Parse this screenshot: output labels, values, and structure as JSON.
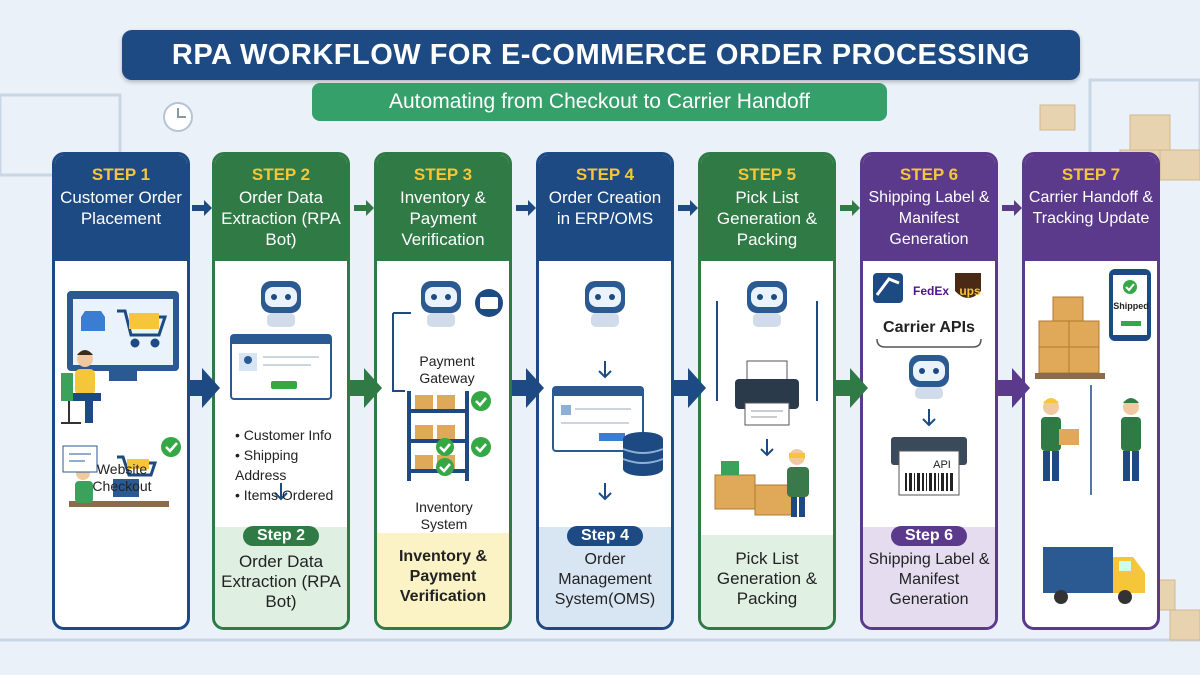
{
  "header": {
    "title": "RPA WORKFLOW FOR E-COMMERCE ORDER PROCESSING",
    "subtitle": "Automating from Checkout to Carrier Handoff"
  },
  "steps": [
    {
      "step": "STEP 1",
      "title": "Customer Order Placement",
      "head_color": "#1d4a82",
      "foot_color": "#ffffff",
      "labels": [
        "Website Checkout"
      ]
    },
    {
      "step": "STEP 2",
      "title": "Order Data Extraction (RPA Bot)",
      "head_color": "#2f7a45",
      "foot_color": "#dff0e2",
      "bullets": [
        "Customer Info",
        "Shipping Address",
        "Items Ordered"
      ],
      "foot_pill": "Step 2",
      "foot_title": "Order Data Extraction (RPA Bot)"
    },
    {
      "step": "STEP 3",
      "title": "Inventory & Payment Verification",
      "head_color": "#2f7a45",
      "foot_color": "#fbf2c6",
      "labels": [
        "Payment Gateway",
        "Inventory System"
      ],
      "foot_title": "Inventory & Payment Verification"
    },
    {
      "step": "STEP 4",
      "title": "Order Creation in ERP/OMS",
      "head_color": "#1d4a82",
      "foot_color": "#d8e5f3",
      "foot_pill": "Step 4",
      "foot_title": "Order Management System(OMS)"
    },
    {
      "step": "STEP 5",
      "title": "Pick List Generation & Packing",
      "head_color": "#2f7a45",
      "foot_color": "#e0f0e3",
      "foot_title": "Pick List Generation & Packing"
    },
    {
      "step": "STEP 6",
      "title": "Shipping Label & Manifest Generation",
      "head_color": "#5b3a8c",
      "foot_color": "#e6dcf0",
      "labels": [
        "Carrier APIs",
        "API"
      ],
      "carriers": [
        "FedEx",
        "ups"
      ],
      "foot_pill": "Step 6",
      "foot_title": "Shipping Label & Manifest Generation"
    },
    {
      "step": "STEP 7",
      "title": "Carrier Handoff & Tracking Update",
      "head_color": "#5b3a8c",
      "foot_color": "#ffffff",
      "labels": [
        "Shipped"
      ]
    }
  ],
  "colors": {
    "navy": "#1d4a82",
    "green": "#2f7a45",
    "purple": "#5b3a8c",
    "accent_yellow": "#f5c53a",
    "check_green": "#35a845"
  },
  "icons": [
    "robot-icon",
    "browser-icon",
    "cart-icon",
    "checkmark-icon",
    "database-icon",
    "printer-icon",
    "box-icon",
    "truck-icon",
    "phone-icon",
    "credit-card-icon",
    "barcode-icon"
  ]
}
